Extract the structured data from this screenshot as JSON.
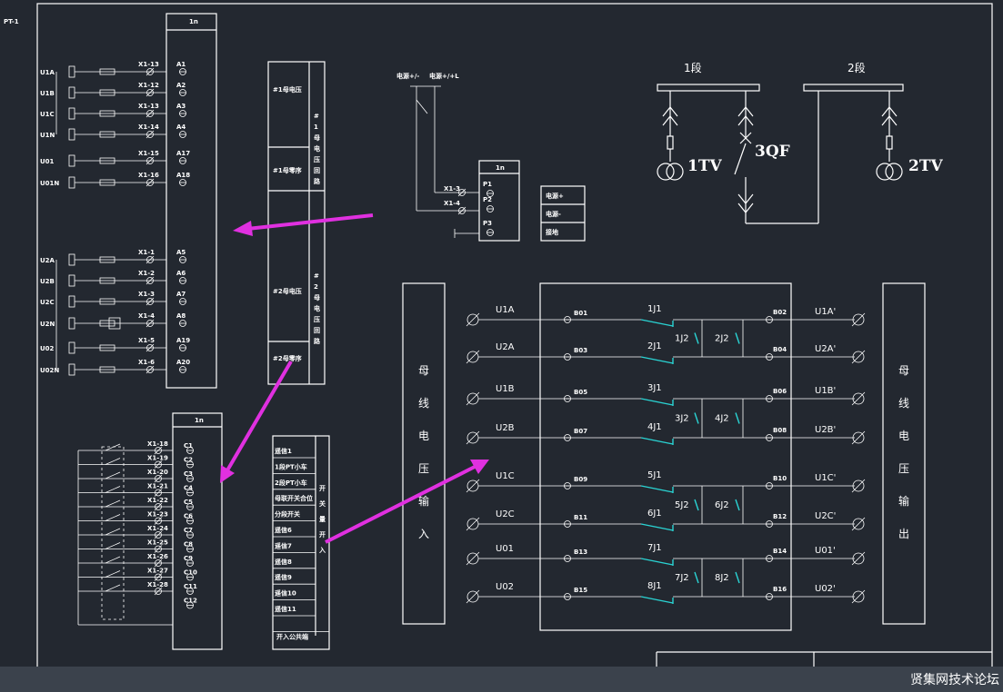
{
  "corner_label": "PT-1",
  "block_headers": {
    "left_top": "1n",
    "left_bottom": "1n",
    "mid": "1n"
  },
  "left_top_rows": [
    {
      "name": "U1A",
      "term": "X1-13",
      "pin": "A1"
    },
    {
      "name": "U1B",
      "term": "X1-12",
      "pin": "A2"
    },
    {
      "name": "U1C",
      "term": "X1-13",
      "pin": "A3"
    },
    {
      "name": "U1N",
      "term": "X1-14",
      "pin": "A4"
    },
    {
      "name": "U01",
      "term": "X1-15",
      "pin": "A17"
    },
    {
      "name": "U01N",
      "term": "X1-16",
      "pin": "A18"
    },
    {
      "name": "U2A",
      "term": "X1-1",
      "pin": "A5"
    },
    {
      "name": "U2B",
      "term": "X1-2",
      "pin": "A6"
    },
    {
      "name": "U2C",
      "term": "X1-3",
      "pin": "A7"
    },
    {
      "name": "U2N",
      "term": "X1-4",
      "pin": "A8"
    },
    {
      "name": "U02",
      "term": "X1-5",
      "pin": "A19"
    },
    {
      "name": "U02N",
      "term": "X1-6",
      "pin": "A20"
    }
  ],
  "left_bottom_rows": [
    {
      "term": "X1-18",
      "pin": "C1"
    },
    {
      "term": "X1-19",
      "pin": "C2"
    },
    {
      "term": "X1-20",
      "pin": "C3"
    },
    {
      "term": "X1-21",
      "pin": "C4"
    },
    {
      "term": "X1-22",
      "pin": "C5"
    },
    {
      "term": "X1-23",
      "pin": "C6"
    },
    {
      "term": "X1-24",
      "pin": "C7"
    },
    {
      "term": "X1-25",
      "pin": "C8"
    },
    {
      "term": "X1-26",
      "pin": "C9"
    },
    {
      "term": "X1-27",
      "pin": "C10"
    },
    {
      "term": "X1-28",
      "pin": "C11"
    },
    {
      "term": "",
      "pin": "C12"
    }
  ],
  "mid_table": {
    "cells": [
      "#1母电压",
      "#1母零序",
      "#2母电压",
      "#2母零序"
    ],
    "side1": [
      "#",
      "1",
      "母",
      "电",
      "压",
      "回",
      "路"
    ],
    "side2": [
      "#",
      "2",
      "母",
      "电",
      "压",
      "回",
      "路"
    ]
  },
  "input_table": {
    "items": [
      "遥信1",
      "1段PT小车",
      "2段PT小车",
      "母联开关合位",
      "分段开关",
      "遥信6",
      "遥信7",
      "遥信8",
      "遥信9",
      "遥信10",
      "遥信11",
      "开入公共端"
    ],
    "side": [
      "开",
      "关",
      "量",
      "开",
      "入"
    ]
  },
  "relay_small": {
    "labels": [
      "电源+/-",
      "电源+/+L"
    ],
    "term": [
      "X1-3",
      "X1-4"
    ],
    "pins": [
      "P1",
      "P2",
      "P3"
    ],
    "legend": [
      "电源+",
      "电源-",
      "接地"
    ]
  },
  "busbars": {
    "seg1": "1段",
    "seg2": "2段",
    "tv1": "1TV",
    "tv2": "2TV",
    "breaker": "3QF"
  },
  "vertical_boxes": {
    "input": [
      "母",
      "线",
      "电",
      "压",
      "输",
      "入"
    ],
    "output": [
      "母",
      "线",
      "电",
      "压",
      "输",
      "出"
    ]
  },
  "switch_rows": [
    {
      "in": "U1A",
      "bin": "B01",
      "relay": "1J1",
      "bout": "B02",
      "out": "U1A'"
    },
    {
      "in": "U2A",
      "bin": "B03",
      "relay": "2J1",
      "bout": "B04",
      "out": "U2A'"
    },
    {
      "in": "U1B",
      "bin": "B05",
      "relay": "3J1",
      "bout": "B06",
      "out": "U1B'"
    },
    {
      "in": "U2B",
      "bin": "B07",
      "relay": "4J1",
      "bout": "B08",
      "out": "U2B'"
    },
    {
      "in": "U1C",
      "bin": "B09",
      "relay": "5J1",
      "bout": "B10",
      "out": "U1C'"
    },
    {
      "in": "U2C",
      "bin": "B11",
      "relay": "6J1",
      "bout": "B12",
      "out": "U2C'"
    },
    {
      "in": "U01",
      "bin": "B13",
      "relay": "7J1",
      "bout": "B14",
      "out": "U01'"
    },
    {
      "in": "U02",
      "bin": "B15",
      "relay": "8J1",
      "bout": "B16",
      "out": "U02'"
    }
  ],
  "cross_relays": [
    [
      "1J2",
      "2J2"
    ],
    [
      "3J2",
      "4J2"
    ],
    [
      "5J2",
      "6J2"
    ],
    [
      "7J2",
      "8J2"
    ]
  ],
  "watermark": "贤集网技术论坛"
}
